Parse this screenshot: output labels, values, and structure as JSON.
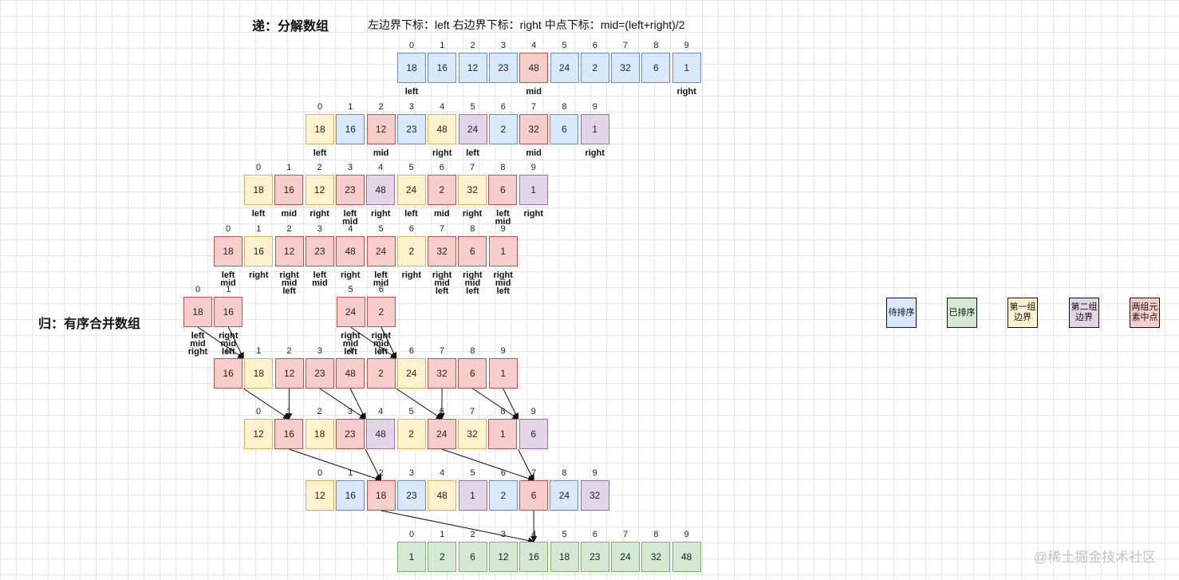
{
  "title_split": "递：分解数组",
  "title_merge": "归：有序合并数组",
  "notation": "左边界下标：left   右边界下标：right  中点下标：mid=(left+right)/2",
  "watermark": "@稀土掘金技术社区",
  "colors": {
    "unsorted": "#dae8fc",
    "sorted": "#d5e8d4",
    "group1_boundary": "#fff2cc",
    "group2_boundary": "#e1d5e7",
    "midpoint": "#f8cecc"
  },
  "legend": [
    {
      "text": [
        "待排序"
      ],
      "style": "unsorted"
    },
    {
      "text": [
        "已排序"
      ],
      "style": "sorted"
    },
    {
      "text": [
        "第一组",
        "边界"
      ],
      "style": "g1"
    },
    {
      "text": [
        "第二组",
        "边界"
      ],
      "style": "g2"
    },
    {
      "text": [
        "两组元",
        "素中点"
      ],
      "style": "mid"
    }
  ],
  "divide_rows": [
    {
      "arrays": [
        {
          "start": 0,
          "values": [
            18,
            16,
            12,
            23,
            48,
            24,
            2,
            32,
            6,
            1
          ],
          "colors": [
            "unsorted",
            "unsorted",
            "unsorted",
            "unsorted",
            "mid",
            "unsorted",
            "unsorted",
            "unsorted",
            "unsorted",
            "unsorted"
          ],
          "labels": [
            [
              "left"
            ],
            [],
            [],
            [],
            [
              "mid"
            ],
            [],
            [],
            [],
            [],
            [
              "right"
            ]
          ]
        }
      ]
    },
    {
      "arrays": [
        {
          "start": 0,
          "values": [
            18,
            16,
            12,
            23,
            48
          ],
          "colors": [
            "g1",
            "unsorted",
            "mid",
            "unsorted",
            "g1"
          ],
          "labels": [
            [
              "left"
            ],
            [],
            [
              "mid"
            ],
            [],
            [
              "right"
            ]
          ]
        },
        {
          "start": 5,
          "values": [
            24,
            2,
            32,
            6,
            1
          ],
          "colors": [
            "g2",
            "unsorted",
            "mid",
            "unsorted",
            "g2"
          ],
          "labels": [
            [
              "left"
            ],
            [],
            [
              "mid"
            ],
            [],
            [
              "right"
            ]
          ]
        }
      ]
    },
    {
      "arrays": [
        {
          "start": 0,
          "values": [
            18,
            16,
            12
          ],
          "colors": [
            "g1",
            "mid",
            "g1"
          ],
          "labels": [
            [
              "left"
            ],
            [
              "mid"
            ],
            [
              "right"
            ]
          ]
        },
        {
          "start": 3,
          "values": [
            23,
            48
          ],
          "colors": [
            "mid",
            "g2"
          ],
          "labels": [
            [
              "left",
              "mid"
            ],
            [
              "right"
            ]
          ]
        },
        {
          "start": 5,
          "values": [
            24,
            2,
            32
          ],
          "colors": [
            "g1",
            "mid",
            "g1"
          ],
          "labels": [
            [
              "left"
            ],
            [
              "mid"
            ],
            [
              "right"
            ]
          ]
        },
        {
          "start": 8,
          "values": [
            6,
            1
          ],
          "colors": [
            "mid",
            "g2"
          ],
          "labels": [
            [
              "left",
              "mid"
            ],
            [
              "right"
            ]
          ]
        }
      ]
    },
    {
      "arrays": [
        {
          "start": 0,
          "values": [
            18,
            16
          ],
          "colors": [
            "mid",
            "g1"
          ],
          "labels": [
            [
              "left",
              "mid"
            ],
            [
              "right"
            ]
          ]
        },
        {
          "start": 2,
          "values": [
            12
          ],
          "colors": [
            "mid"
          ],
          "labels": [
            [
              "right",
              "mid",
              "left"
            ]
          ]
        },
        {
          "start": 3,
          "values": [
            23
          ],
          "colors": [
            "mid"
          ],
          "labels": [
            [
              "left",
              "mid"
            ]
          ]
        },
        {
          "start": 4,
          "values": [
            48
          ],
          "colors": [
            "mid"
          ],
          "labels": [
            [
              "right"
            ]
          ]
        },
        {
          "start": 5,
          "values": [
            24,
            2
          ],
          "colors": [
            "mid",
            "g1"
          ],
          "labels": [
            [
              "left",
              "mid"
            ],
            [
              "right"
            ]
          ]
        },
        {
          "start": 7,
          "values": [
            32
          ],
          "colors": [
            "mid"
          ],
          "labels": [
            [
              "right",
              "mid",
              "left"
            ]
          ]
        },
        {
          "start": 8,
          "values": [
            6
          ],
          "colors": [
            "mid"
          ],
          "labels": [
            [
              "right",
              "mid",
              "left"
            ]
          ]
        },
        {
          "start": 9,
          "values": [
            1
          ],
          "colors": [
            "mid"
          ],
          "labels": [
            [
              "right",
              "mid",
              "left"
            ]
          ]
        }
      ]
    },
    {
      "arrays": [
        {
          "start": 0,
          "values": [
            18
          ],
          "colors": [
            "mid"
          ],
          "labels": [
            [
              "left",
              "mid",
              "right"
            ]
          ]
        },
        {
          "start": 1,
          "values": [
            16
          ],
          "colors": [
            "mid"
          ],
          "labels": [
            [
              "right",
              "mid",
              "left"
            ]
          ]
        },
        {
          "start": 5,
          "values": [
            24
          ],
          "colors": [
            "mid"
          ],
          "labels": [
            [
              "right",
              "mid",
              "left"
            ]
          ]
        },
        {
          "start": 6,
          "values": [
            2
          ],
          "colors": [
            "mid"
          ],
          "labels": [
            [
              "right",
              "mid",
              "left"
            ]
          ]
        }
      ]
    }
  ],
  "merge_rows": [
    {
      "arrays": [
        {
          "start": 0,
          "values": [
            16,
            18
          ],
          "colors": [
            "mid",
            "g1"
          ]
        },
        {
          "start": 2,
          "values": [
            12
          ],
          "colors": [
            "mid"
          ]
        },
        {
          "start": 3,
          "values": [
            23
          ],
          "colors": [
            "mid"
          ]
        },
        {
          "start": 4,
          "values": [
            48
          ],
          "colors": [
            "mid"
          ]
        },
        {
          "start": 5,
          "values": [
            2,
            24
          ],
          "colors": [
            "mid",
            "g1"
          ]
        },
        {
          "start": 7,
          "values": [
            32
          ],
          "colors": [
            "mid"
          ]
        },
        {
          "start": 8,
          "values": [
            6
          ],
          "colors": [
            "mid"
          ]
        },
        {
          "start": 9,
          "values": [
            1
          ],
          "colors": [
            "mid"
          ]
        }
      ]
    },
    {
      "arrays": [
        {
          "start": 0,
          "values": [
            12,
            16,
            18
          ],
          "colors": [
            "g1",
            "mid",
            "g1"
          ]
        },
        {
          "start": 3,
          "values": [
            23,
            48
          ],
          "colors": [
            "mid",
            "g2"
          ]
        },
        {
          "start": 5,
          "values": [
            2,
            24,
            32
          ],
          "colors": [
            "g1",
            "mid",
            "g1"
          ]
        },
        {
          "start": 8,
          "values": [
            1,
            6
          ],
          "colors": [
            "mid",
            "g2"
          ]
        }
      ]
    },
    {
      "arrays": [
        {
          "start": 0,
          "values": [
            12,
            16,
            18,
            23,
            48
          ],
          "colors": [
            "g1",
            "unsorted",
            "mid",
            "unsorted",
            "g1"
          ]
        },
        {
          "start": 5,
          "values": [
            1,
            2,
            6,
            24,
            32
          ],
          "colors": [
            "g2",
            "unsorted",
            "mid",
            "unsorted",
            "g2"
          ]
        }
      ]
    },
    {
      "arrays": [
        {
          "start": 0,
          "values": [
            1,
            2,
            6,
            12,
            16,
            18,
            23,
            24,
            32,
            48
          ],
          "colors": [
            "sorted",
            "sorted",
            "sorted",
            "sorted",
            "sorted",
            "sorted",
            "sorted",
            "sorted",
            "sorted",
            "sorted"
          ]
        }
      ]
    }
  ]
}
